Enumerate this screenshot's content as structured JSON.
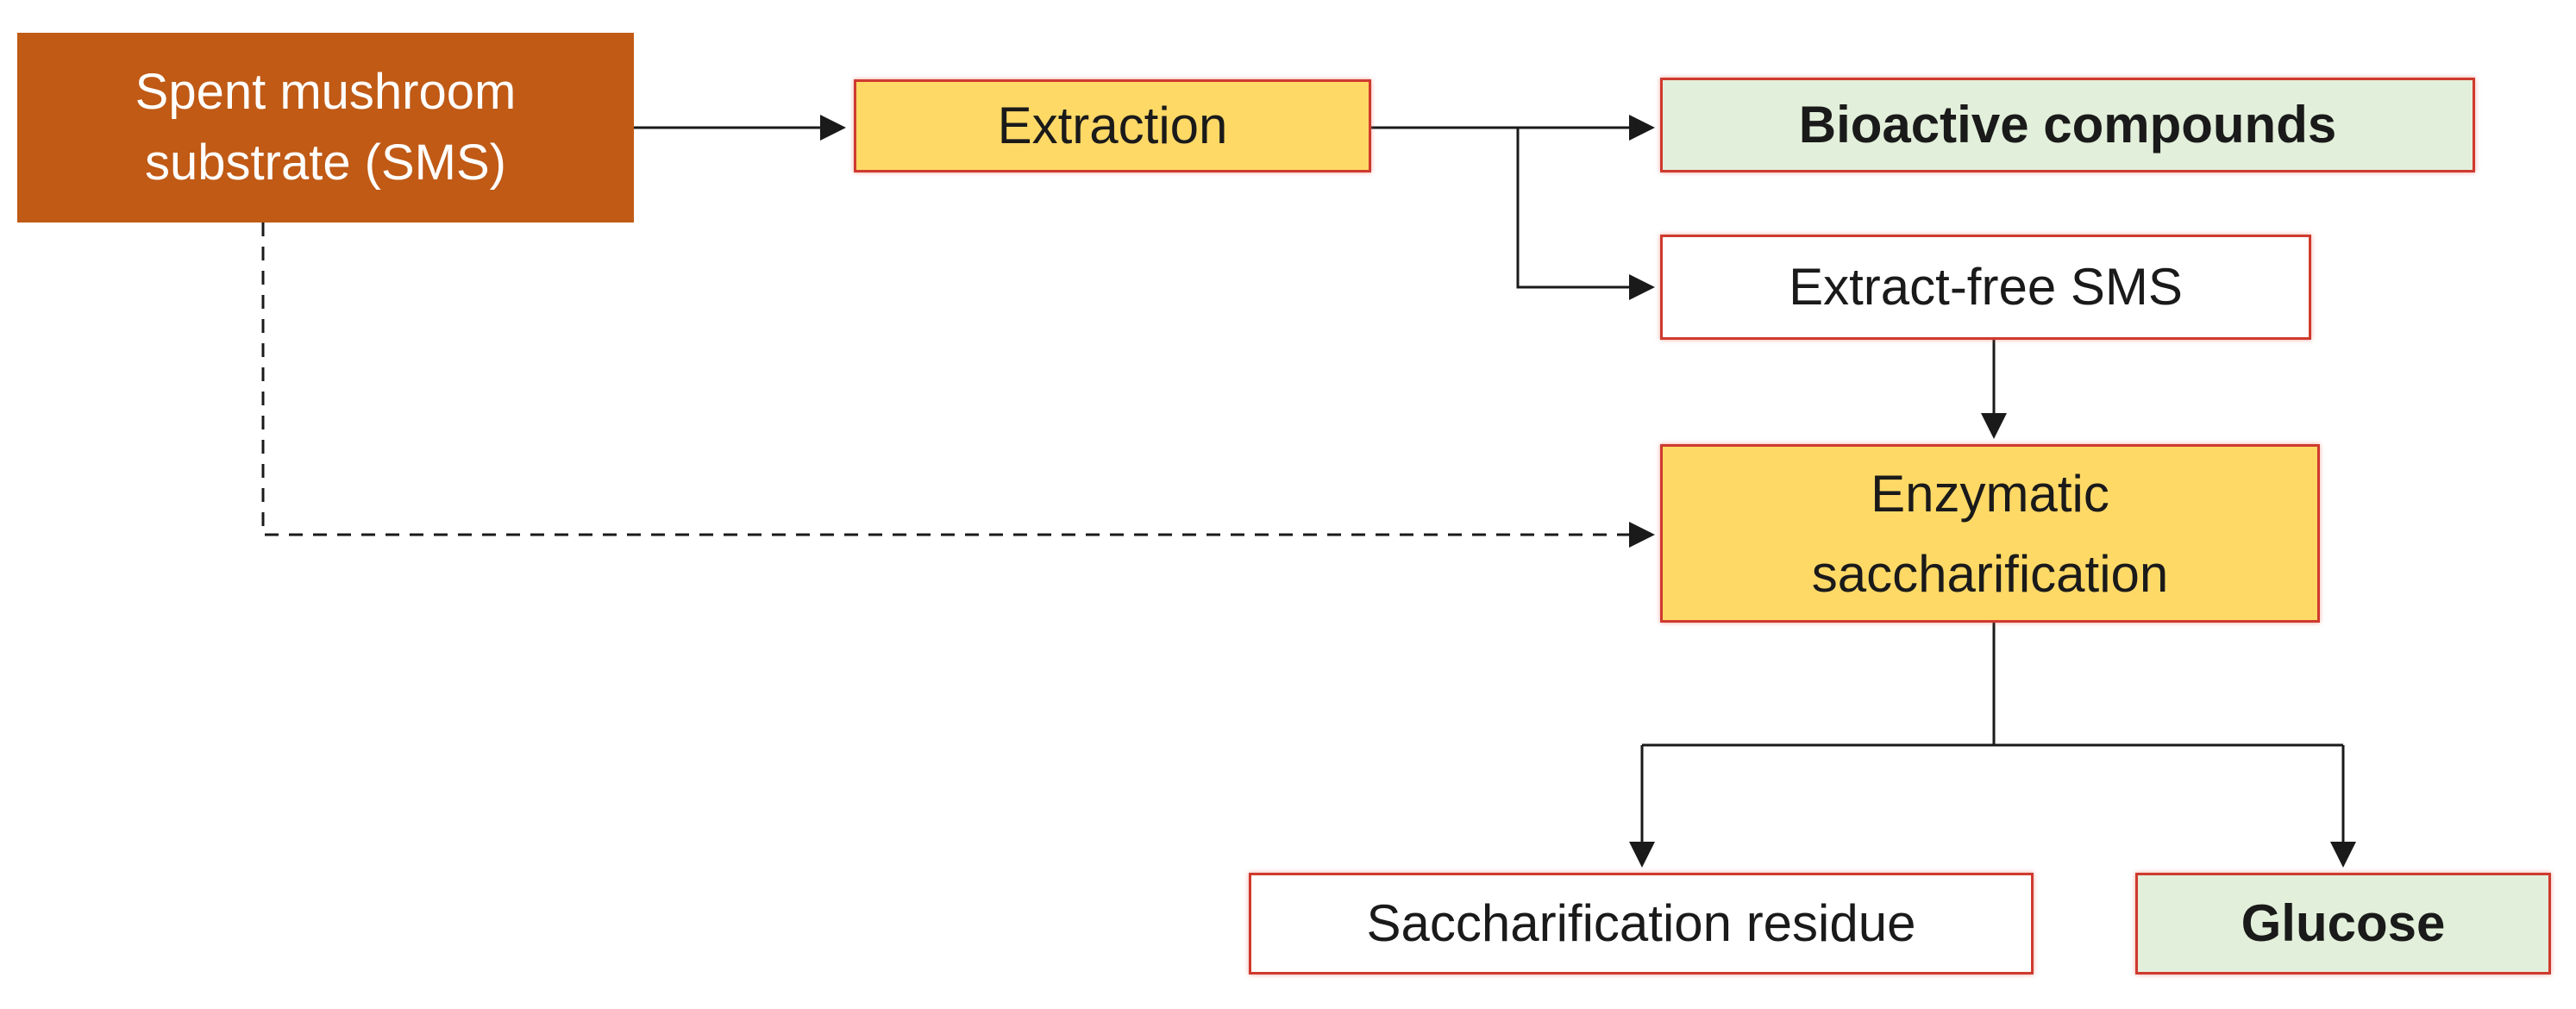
{
  "diagram": {
    "nodes": {
      "sms": {
        "label": "Spent mushroom\nsubstrate (SMS)",
        "fill": "#C05A15",
        "text_color": "#FFFFFF",
        "bold": false
      },
      "extraction": {
        "label": "Extraction",
        "fill": "#FFD966",
        "text_color": "#1A1A1A",
        "bold": false
      },
      "bioactive": {
        "label": "Bioactive compounds",
        "fill": "#E2EFDA",
        "text_color": "#1A1A1A",
        "bold": true
      },
      "extract_free": {
        "label": "Extract-free SMS",
        "fill": "#FFFFFF",
        "text_color": "#1A1A1A",
        "bold": false
      },
      "enzymatic": {
        "label": "Enzymatic\nsaccharification",
        "fill": "#FFD966",
        "text_color": "#1A1A1A",
        "bold": false
      },
      "residue": {
        "label": "Saccharification residue",
        "fill": "#FFFFFF",
        "text_color": "#1A1A1A",
        "bold": false
      },
      "glucose": {
        "label": "Glucose",
        "fill": "#E2EFDA",
        "text_color": "#1A1A1A",
        "bold": true
      }
    },
    "edges": [
      {
        "from": "Spent mushroom substrate (SMS)",
        "to": "Extraction",
        "style": "solid"
      },
      {
        "from": "Extraction",
        "to": "Bioactive compounds",
        "style": "solid"
      },
      {
        "from": "Extraction",
        "to": "Extract-free SMS",
        "style": "solid"
      },
      {
        "from": "Extract-free SMS",
        "to": "Enzymatic saccharification",
        "style": "solid"
      },
      {
        "from": "Spent mushroom substrate (SMS)",
        "to": "Enzymatic saccharification",
        "style": "dashed"
      },
      {
        "from": "Enzymatic saccharification",
        "to": "Saccharification residue",
        "style": "solid"
      },
      {
        "from": "Enzymatic saccharification",
        "to": "Glucose",
        "style": "solid"
      }
    ],
    "colors": {
      "box_orange": "#C05A15",
      "box_yellow": "#FFD966",
      "box_green": "#E2EFDA",
      "box_white": "#FFFFFF",
      "border_red": "#CF3A2E",
      "arrow_black": "#1A1A1A",
      "background": "#FFFFFF"
    }
  }
}
